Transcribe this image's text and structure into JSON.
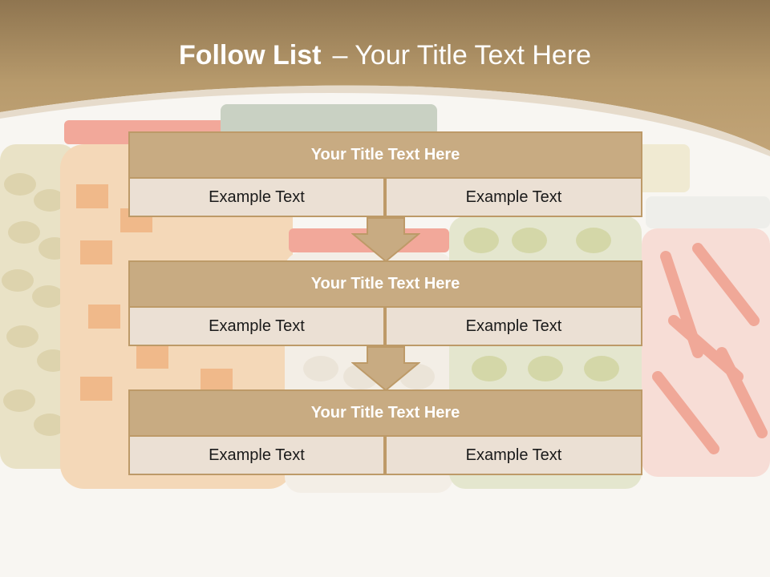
{
  "slide": {
    "title_bold": "Follow List",
    "title_rest": "– Your Title Text Here"
  },
  "blocks": [
    {
      "title": "Your Title Text Here",
      "left": "Example Text",
      "right": "Example Text"
    },
    {
      "title": "Your Title Text Here",
      "left": "Example Text",
      "right": "Example Text"
    },
    {
      "title": "Your Title Text Here",
      "left": "Example Text",
      "right": "Example Text"
    }
  ],
  "colors": {
    "header_band": "#b79a6c",
    "block_title_fill": "#c8ab82",
    "block_border": "#bd9a68",
    "cell_fill": "#ebe0d4",
    "arrow_fill": "#c8ab82"
  },
  "background_image": "pickled-vegetable-jars"
}
